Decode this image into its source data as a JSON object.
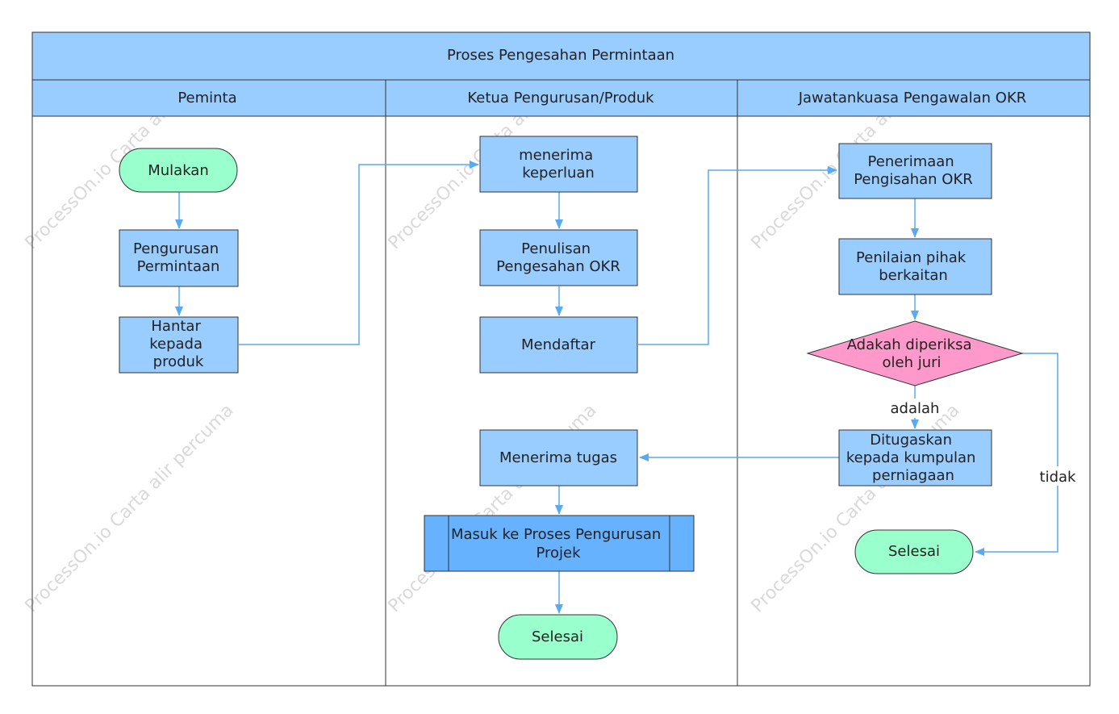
{
  "diagram": {
    "title": "Proses Pengesahan Permintaan",
    "lanes": [
      "Peminta",
      "Ketua Pengurusan/Produk",
      "Jawatankuasa Pengawalan OKR"
    ],
    "nodes": {
      "start": "Mulakan",
      "pengurusan": [
        "Pengurusan",
        "Permintaan"
      ],
      "hantar": [
        "Hantar",
        "kepada",
        "produk"
      ],
      "menerima": [
        "menerima",
        "keperluan"
      ],
      "penulisan": [
        "Penulisan",
        "Pengesahan OKR"
      ],
      "mendaftar": "Mendaftar",
      "menerima_tugas": "Menerima tugas",
      "masuk": [
        "Masuk ke Proses Pengurusan",
        "Projek"
      ],
      "selesai_mid": "Selesai",
      "penerimaan": [
        "Penerimaan",
        "Pengisahan OKR"
      ],
      "penilaian": [
        "Penilaian pihak",
        "berkaitan"
      ],
      "decision": [
        "Adakah diperiksa",
        "oleh juri"
      ],
      "ditugaskan": [
        "Ditugaskan",
        "kepada kumpulan",
        "perniagaan"
      ],
      "selesai_right": "Selesai"
    },
    "edge_labels": {
      "yes": "adalah",
      "no": "tidak"
    },
    "watermark": "ProcessOn.io Carta alir percuma"
  },
  "colors": {
    "header": "#99ccff",
    "process": "#99ccff",
    "subprocess": "#66b2ff",
    "terminal": "#99ffcc",
    "decision": "#ff99cc",
    "arrow": "#5aaaf0",
    "border": "#333333"
  }
}
